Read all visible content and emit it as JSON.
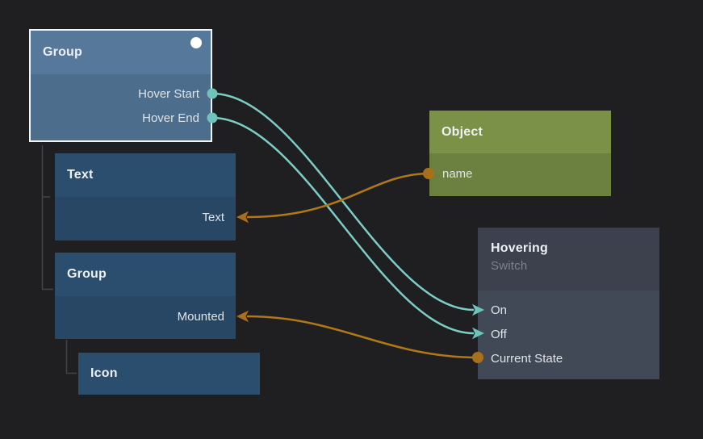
{
  "colors": {
    "background": "#1f1f22",
    "teal": "#7ccdc4",
    "teal-dot": "#6fc3ba",
    "orange": "#b07818",
    "orange-dot": "#a8701c",
    "blue-header": "#2b4d6e",
    "blue-body": "#274765",
    "selected-header": "#56789a",
    "selected-body": "#4d6d8c",
    "green-header": "#7a9147",
    "green-body": "#6c8040",
    "gray-header": "#3c414d",
    "gray-body": "#424956",
    "tree-line": "#444444"
  },
  "graph": {
    "nodes": [
      {
        "title": "Group",
        "selected": true,
        "ports": [
          {
            "label": "Hover Start",
            "kind": "output"
          },
          {
            "label": "Hover End",
            "kind": "output"
          }
        ]
      },
      {
        "title": "Text",
        "ports": [
          {
            "label": "Text",
            "kind": "input"
          }
        ]
      },
      {
        "title": "Group",
        "ports": [
          {
            "label": "Mounted",
            "kind": "input"
          }
        ]
      },
      {
        "title": "Icon",
        "ports": []
      },
      {
        "title": "Object",
        "ports": [
          {
            "label": "name",
            "kind": "output"
          }
        ]
      },
      {
        "title": "Hovering",
        "subtitle": "Switch",
        "ports": [
          {
            "label": "On",
            "kind": "input"
          },
          {
            "label": "Off",
            "kind": "input"
          },
          {
            "label": "Current State",
            "kind": "output"
          }
        ]
      }
    ],
    "connections": [
      {
        "from": "Group/Hover Start",
        "to": "Hovering/On",
        "color": "teal"
      },
      {
        "from": "Group/Hover End",
        "to": "Hovering/Off",
        "color": "teal"
      },
      {
        "from": "Object/name",
        "to": "Text/Text",
        "color": "orange"
      },
      {
        "from": "Hovering/Current State",
        "to": "Group/Mounted",
        "color": "orange"
      }
    ]
  }
}
